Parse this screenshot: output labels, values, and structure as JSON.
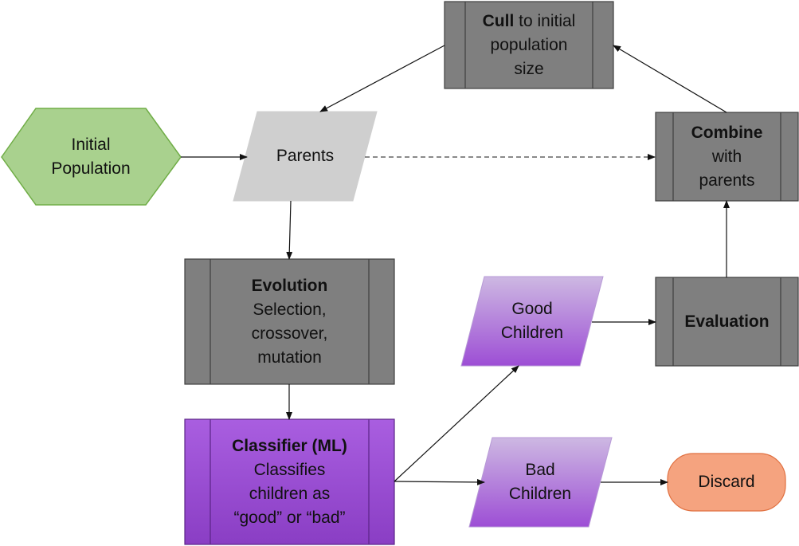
{
  "colors": {
    "process_gray": "#7f7f7f",
    "process_gray_edge": "#3f3f3f",
    "parents_fill": "#cfcfcf",
    "initial_fill": "#a9d18e",
    "initial_edge": "#70ad47",
    "classifier_fill": "#9d4ed5",
    "classifier_edge": "#5b2487",
    "children_fill_top": "#cdb8e2",
    "children_fill_bottom": "#9d4ed5",
    "discard_fill": "#f5a37f",
    "discard_edge": "#e07040"
  },
  "nodes": {
    "initial_population": {
      "line1": "Initial",
      "line2": "Population"
    },
    "parents": {
      "label": "Parents"
    },
    "cull": {
      "bold": "Cull",
      "line1_rest": " to initial",
      "line2": "population",
      "line3": "size"
    },
    "combine": {
      "bold": "Combine",
      "line2": "with",
      "line3": "parents"
    },
    "evolution": {
      "bold": "Evolution",
      "line2": "Selection,",
      "line3": "crossover,",
      "line4": "mutation"
    },
    "classifier": {
      "bold": "Classifier (ML)",
      "line2": "Classifies",
      "line3": "children as",
      "line4": "“good” or “bad”"
    },
    "good_children": {
      "line1": "Good",
      "line2": "Children"
    },
    "bad_children": {
      "line1": "Bad",
      "line2": "Children"
    },
    "evaluation": {
      "bold": "Evaluation"
    },
    "discard": {
      "label": "Discard"
    }
  }
}
